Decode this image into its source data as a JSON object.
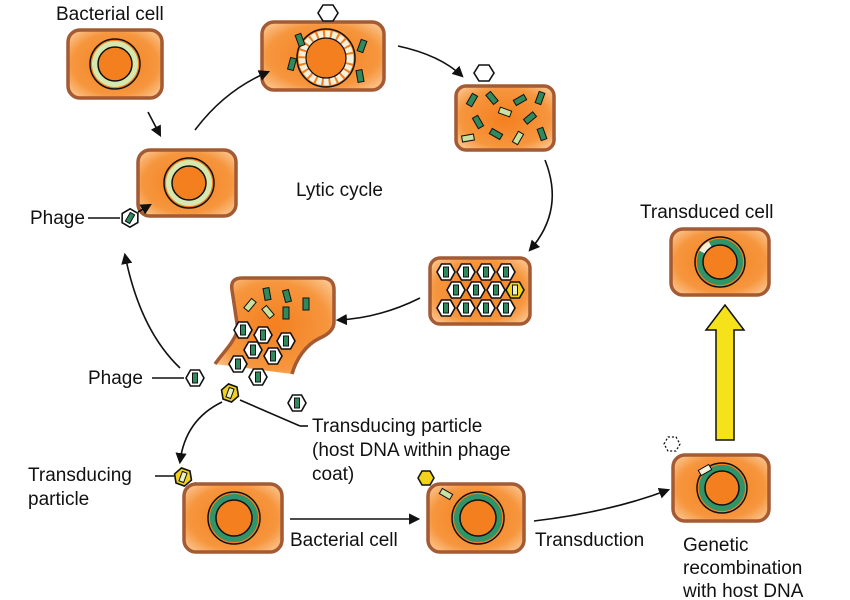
{
  "labels": {
    "bacterial_cell_top": "Bacterial cell",
    "lytic_cycle": "Lytic cycle",
    "phage_1": "Phage",
    "phage_2": "Phage",
    "transducing_particle_desc_1": "Transducing particle",
    "transducing_particle_desc_2": "(host DNA within phage",
    "transducing_particle_desc_3": "coat)",
    "transducing_particle_left_1": "Transducing",
    "transducing_particle_left_2": "particle",
    "bacterial_cell_bottom": "Bacterial cell",
    "transduction": "Transduction",
    "genetic_recombination_1": "Genetic",
    "genetic_recombination_2": "recombination",
    "genetic_recombination_3": "with host DNA",
    "transduced_cell": "Transduced cell"
  },
  "colors": {
    "cell_outline": "#a45a32",
    "cytoplasm": "#f79a45",
    "nucleoid": "#f47f1f",
    "host_dna_ring": "#d5e8b0",
    "recombinant_dna_ring": "#2f9467",
    "phage_dna": "#2f8a5e",
    "transducing_particle": "#f2d21a",
    "arrow_yellow": "#f5e21a"
  }
}
